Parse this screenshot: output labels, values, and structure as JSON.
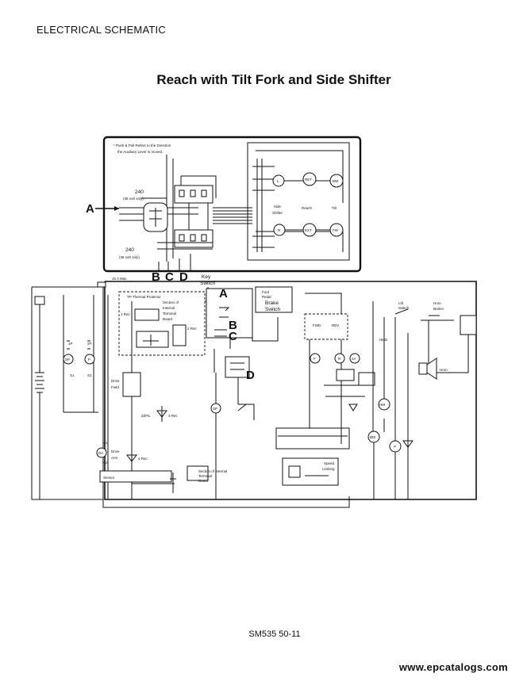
{
  "header": {
    "section": "ELECTRICAL SCHEMATIC"
  },
  "title": "Reach with Tilt Fork and Side Shifter",
  "footer": {
    "code": "SM535  50-11",
    "watermark": "www.epcatalogs.com"
  },
  "inset": {
    "note": [
      "* Push & Pull Refers to the Direction",
      "the Auxiliary Lever is moved."
    ],
    "voltage_top": "240",
    "voltage_top_note": "(36 volt only)",
    "voltage_bottom": "240",
    "voltage_bottom_note": "(36 volt only)",
    "motor_labels": [
      "L",
      "RET",
      "BW",
      "R",
      "EXT",
      "FW"
    ],
    "function_labels": [
      "Side",
      "Shifter",
      "Reach",
      "Tilt"
    ]
  },
  "callouts": {
    "a": "A",
    "b": "B",
    "c": "C",
    "d": "D"
  },
  "main": {
    "fuse_top": "15 A Max.",
    "key_switch": [
      "Key",
      "Switch"
    ],
    "tp_label": "TP  Thermal Protector",
    "internal_board": [
      "Section of",
      "Internal",
      "Terminal",
      "Board"
    ],
    "rec_1": "1 Rec",
    "rec_2": "2 Rec",
    "rec_3": "3 Rec",
    "rec_4": "4 Rec",
    "drive_field": [
      "Drive",
      "Field"
    ],
    "drive_arm": [
      "Drive",
      "Arm"
    ],
    "fil": "2ZFIL",
    "sensor": "Sensor",
    "internal_board_lower": [
      "Section of Internal",
      "Terminal",
      "Board"
    ],
    "foot_pedal": [
      "Foot",
      "Pedal"
    ],
    "brake_switch": [
      "Brake",
      "Switch"
    ],
    "fwd": "FWD",
    "rev": "REV",
    "lift_switch": [
      "Lift",
      "Switch"
    ],
    "horn_button": [
      "Horn",
      "Button"
    ],
    "horn": "Horn",
    "speed_limiting": [
      "Speed",
      "Limiting"
    ],
    "motors": [
      "SP",
      "P",
      "DA",
      "F",
      "R",
      "1A",
      "HM",
      "BDI",
      "P",
      "SP"
    ],
    "contactors": [
      "1P",
      "2P",
      "S1",
      "S2",
      "A1",
      "A2",
      "HMD",
      "P",
      "SP"
    ]
  }
}
